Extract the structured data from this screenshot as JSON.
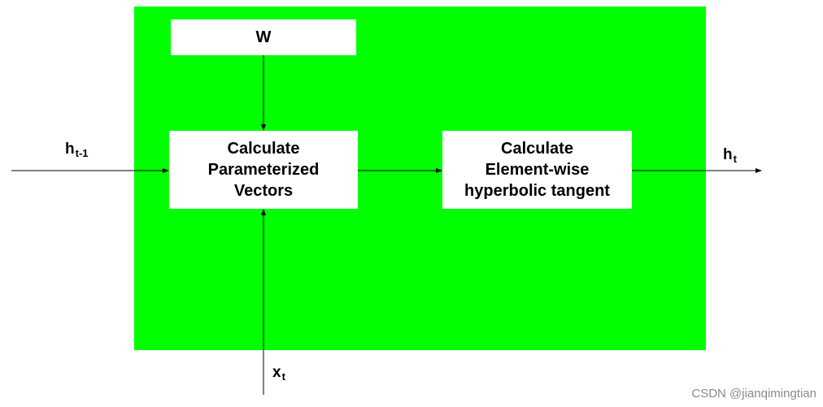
{
  "colors": {
    "cell_fill": "#00ff00",
    "box_fill": "#ffffff",
    "wire": "#000000"
  },
  "boxes": {
    "weights": {
      "text": "W"
    },
    "parameterize": {
      "lines": [
        "Calculate",
        "Parameterized",
        "Vectors"
      ]
    },
    "tanh": {
      "lines": [
        "Calculate",
        "Element-wise",
        "hyperbolic tangent"
      ]
    }
  },
  "labels": {
    "h_prev": {
      "base": "h",
      "sub": "t-1"
    },
    "h_out": {
      "base": "h",
      "sub": "t"
    },
    "x_in": {
      "base": "x",
      "sub": "t"
    }
  },
  "watermark": "CSDN @jianqimingtian"
}
